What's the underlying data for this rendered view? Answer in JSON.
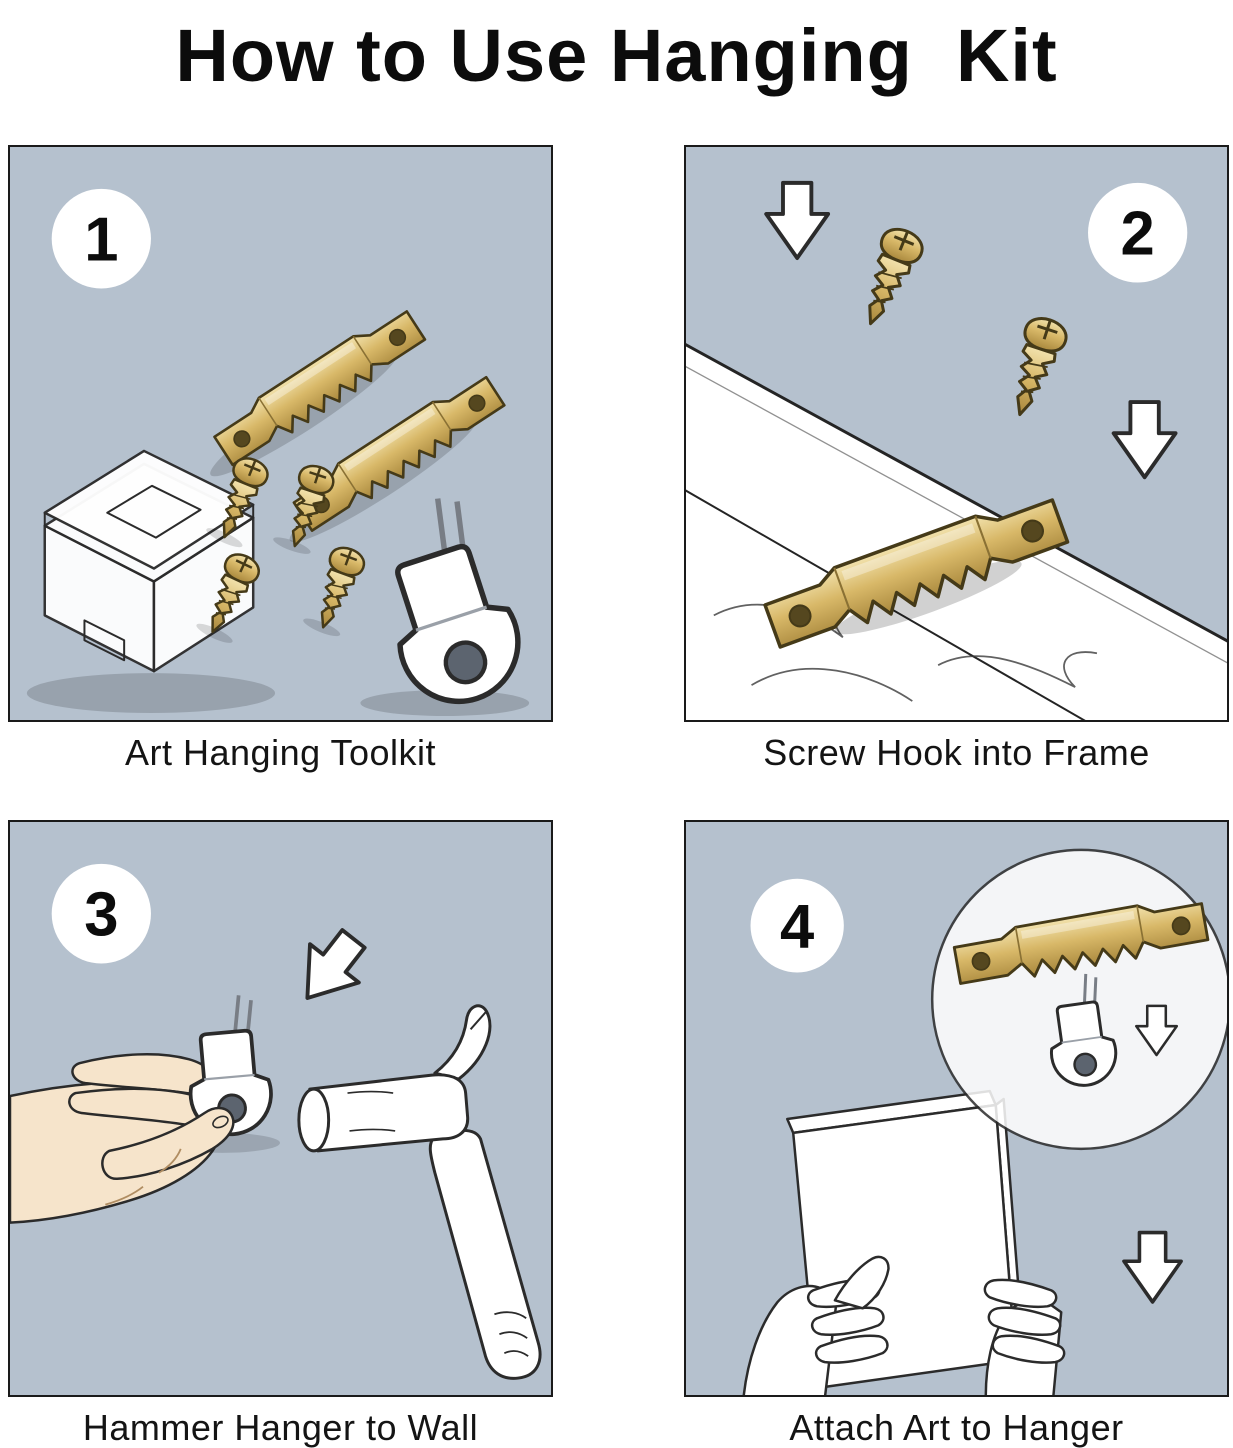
{
  "title": "How to Use Hanging  Kit",
  "colors": {
    "panel_bg": "#b5c1ce",
    "brass": "#d8b868",
    "brass_dark": "#a8873c",
    "brass_light": "#f2e2ad",
    "outline": "#232323",
    "paper": "#ffffff",
    "skin": "#f6e4cb"
  },
  "panels": [
    {
      "number": "1",
      "caption": "Art Hanging Toolkit"
    },
    {
      "number": "2",
      "caption": "Screw Hook into Frame"
    },
    {
      "number": "3",
      "caption": "Hammer Hanger to Wall"
    },
    {
      "number": "4",
      "caption": "Attach Art to Hanger"
    }
  ]
}
